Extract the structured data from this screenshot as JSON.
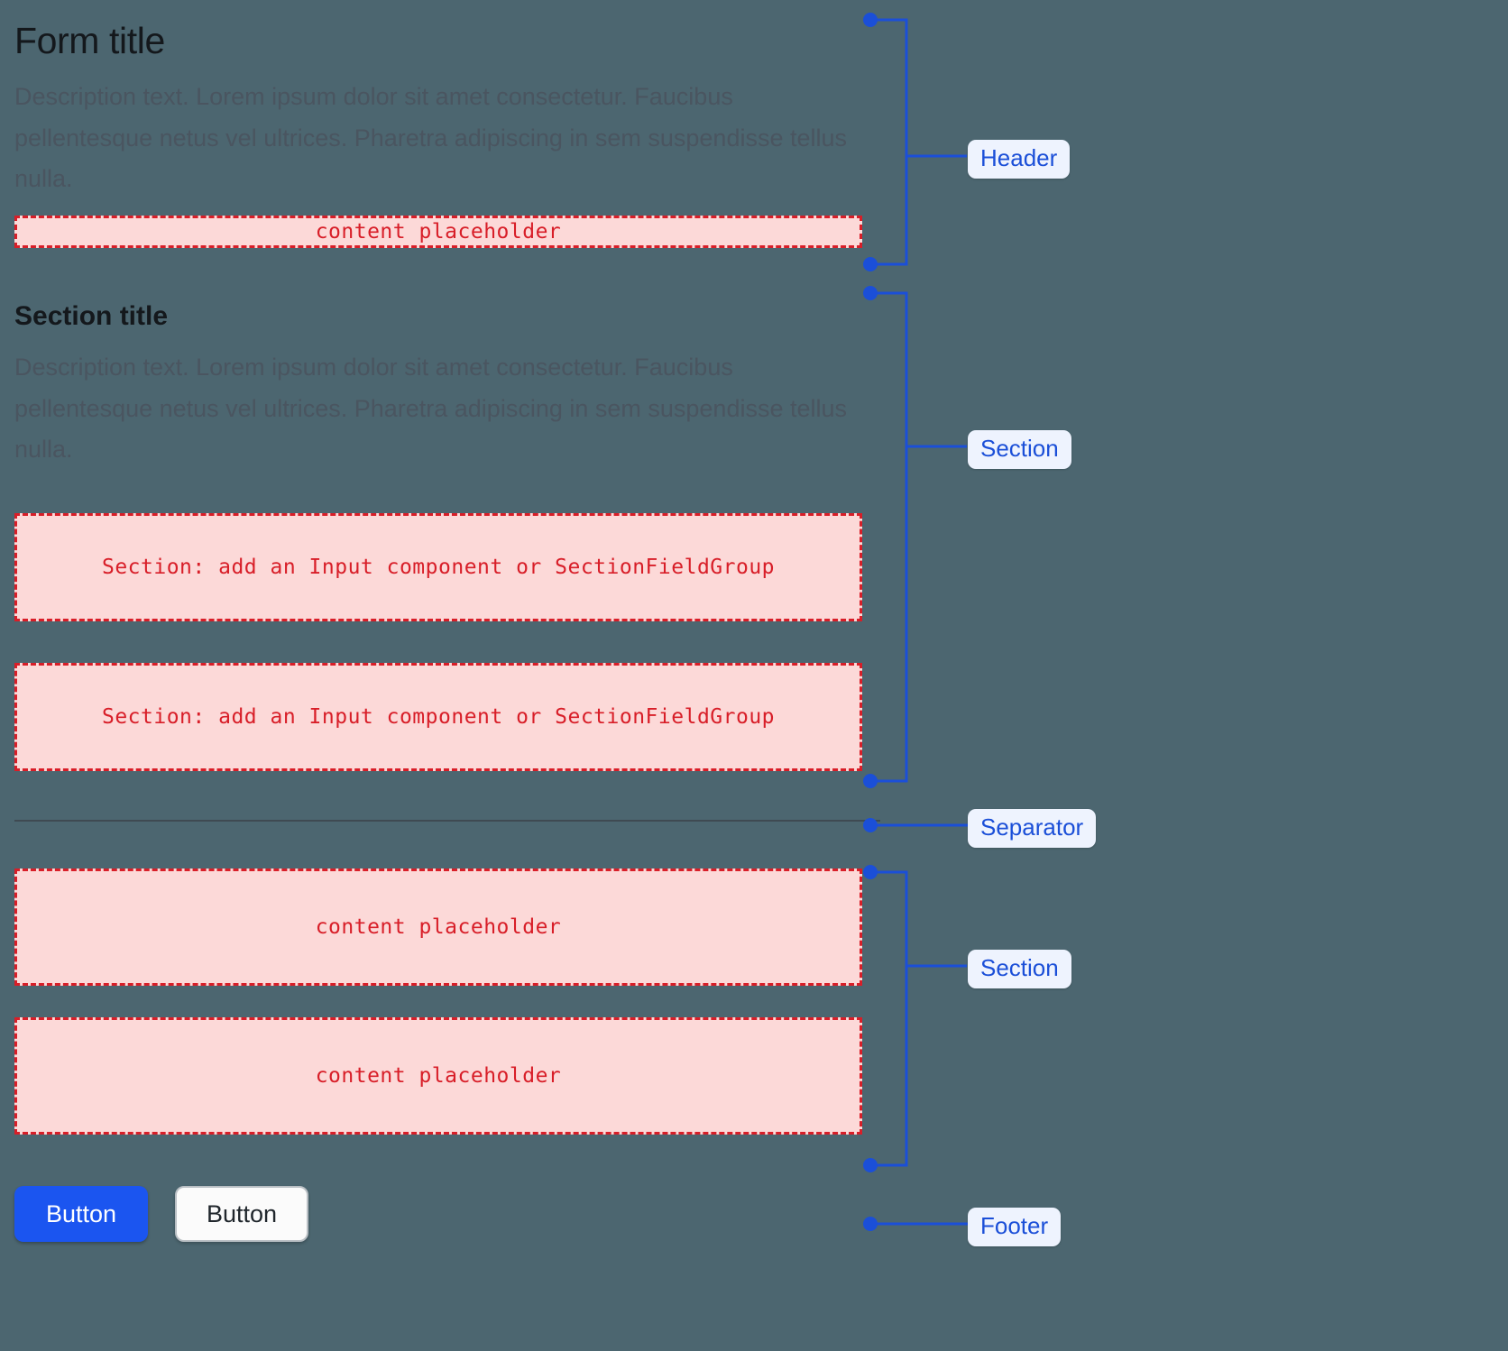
{
  "background_color": "#4c6670",
  "accent_color": "#1b4fd8",
  "placeholder_color": "#d81e28",
  "placeholder_fill": "#fcd9d8",
  "header": {
    "title": "Form title",
    "description": "Description text. Lorem ipsum dolor sit amet consectetur. Faucibus pellentesque netus vel ultrices. Pharetra adipiscing in sem suspendisse tellus nulla.",
    "placeholder": "content placeholder"
  },
  "section": {
    "title": "Section title",
    "description": "Description text. Lorem ipsum dolor sit amet consectetur. Faucibus pellentesque netus vel ultrices. Pharetra adipiscing in sem suspendisse tellus nulla.",
    "field_placeholder_1": "Section: add an Input component or SectionFieldGroup",
    "field_placeholder_2": "Section: add an Input component or SectionFieldGroup"
  },
  "section_lower": {
    "placeholder_1": "content placeholder",
    "placeholder_2": "content placeholder"
  },
  "footer": {
    "primary_button": "Button",
    "secondary_button": "Button"
  },
  "annotations": {
    "header_label": "Header",
    "section_label": "Section",
    "separator_label": "Separator",
    "section_lower_label": "Section",
    "footer_label": "Footer"
  }
}
